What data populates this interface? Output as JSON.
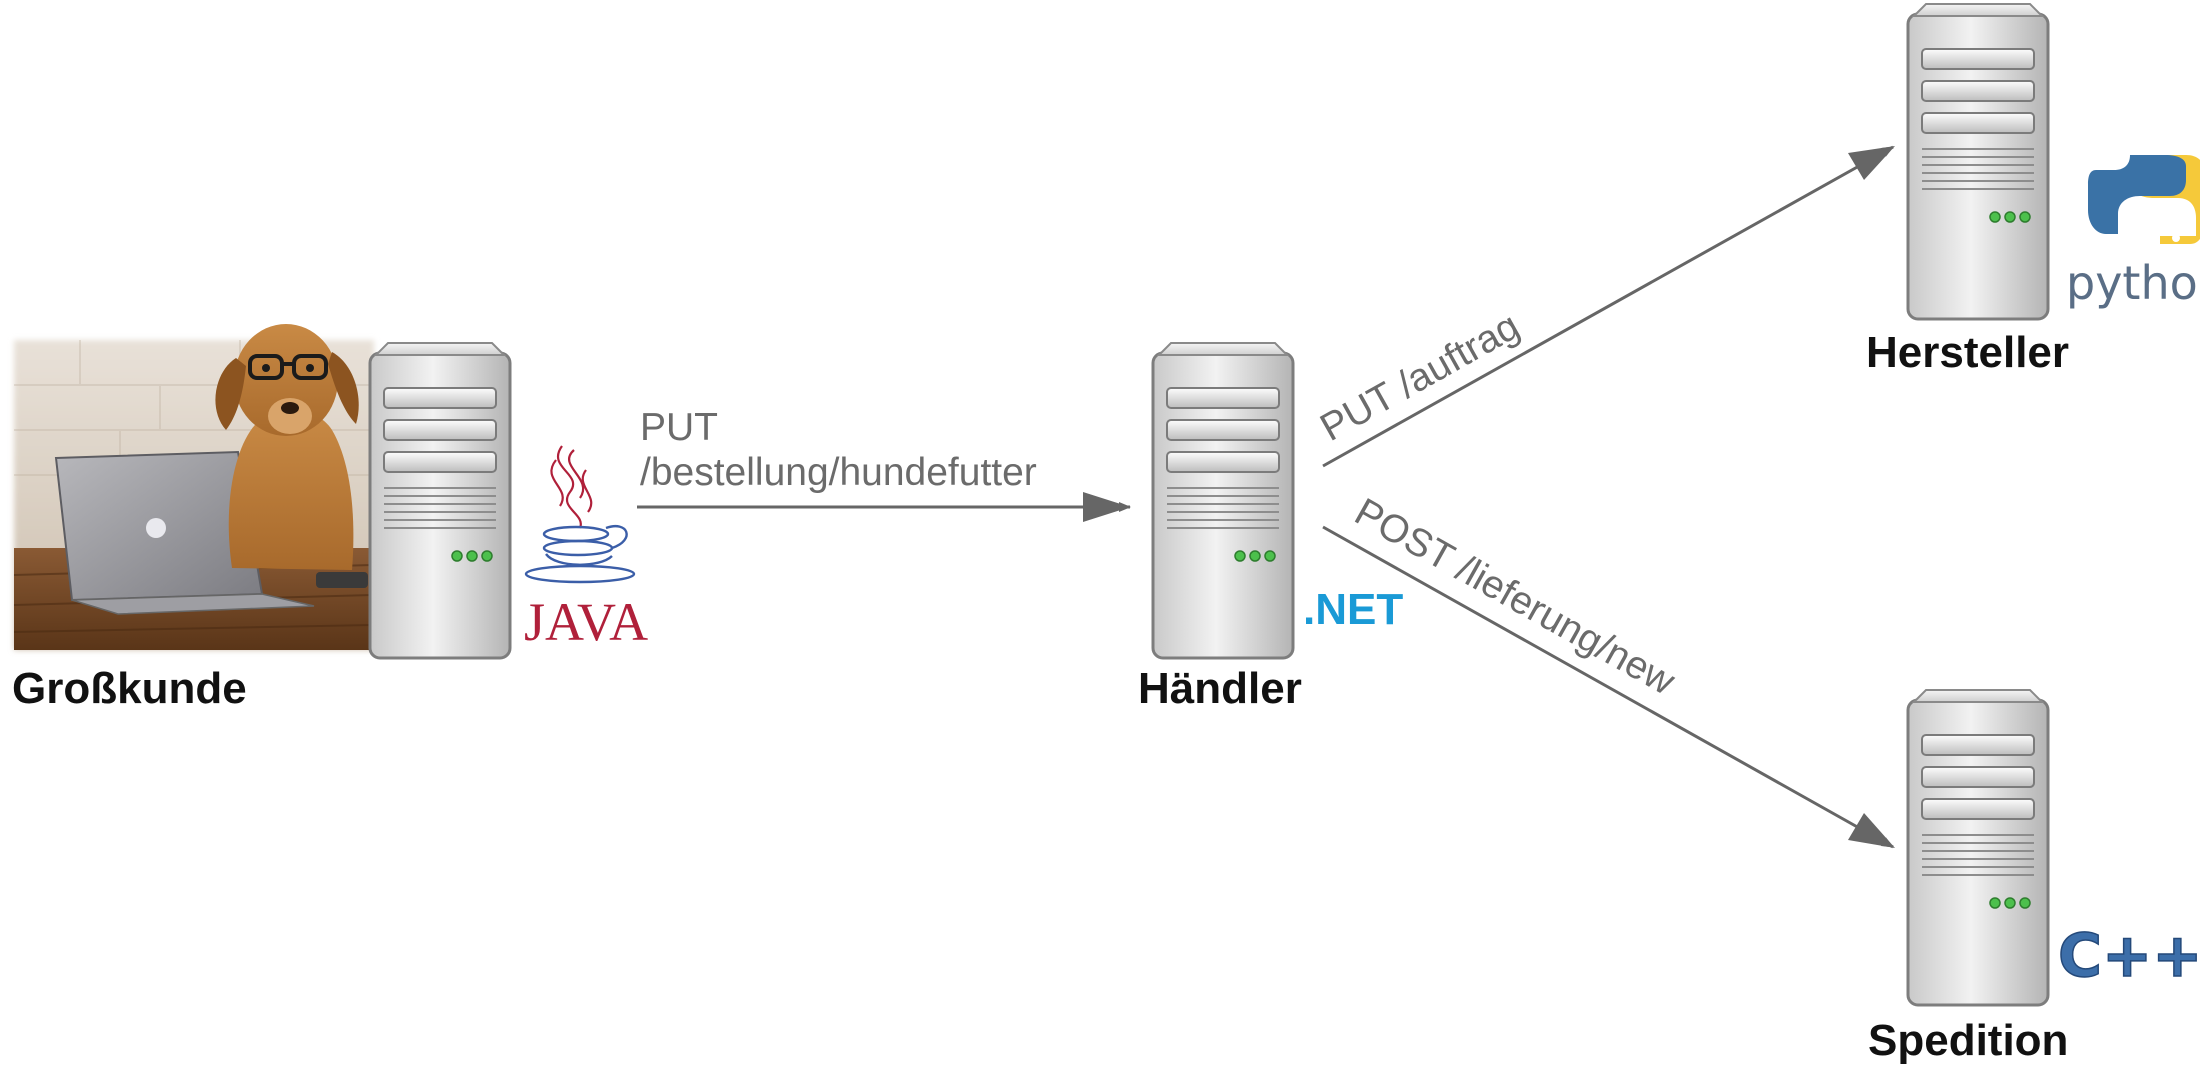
{
  "nodes": {
    "grosskunde": {
      "label": "Großkunde",
      "technology": "Java",
      "logo_text": "JAVA",
      "photo": "dog with glasses at laptop"
    },
    "haendler": {
      "label": "Händler",
      "technology": ".NET",
      "logo_text": ".NET"
    },
    "hersteller": {
      "label": "Hersteller",
      "technology": "Python",
      "logo_text": "python"
    },
    "spedition": {
      "label": "Spedition",
      "technology": "C++",
      "logo_text": "C++"
    }
  },
  "edges": {
    "bestellung": {
      "from": "grosskunde",
      "to": "haendler",
      "label_line1": "PUT",
      "label_line2": "/bestellung/hundefutter"
    },
    "auftrag": {
      "from": "haendler",
      "to": "hersteller",
      "label": "PUT /auftrag"
    },
    "lieferung": {
      "from": "haendler",
      "to": "spedition",
      "label": "POST /lieferung/new"
    }
  },
  "colors": {
    "arrow": "#666666",
    "edge_text": "#6b6b6b",
    "net_blue": "#1a9ad6",
    "java_red": "#b0203a",
    "java_blue": "#3b5ea8",
    "python_blue": "#3a72a6",
    "python_yellow": "#f5c93a",
    "python_text": "#5a6e86",
    "cpp_blue": "#3c6ea9"
  }
}
